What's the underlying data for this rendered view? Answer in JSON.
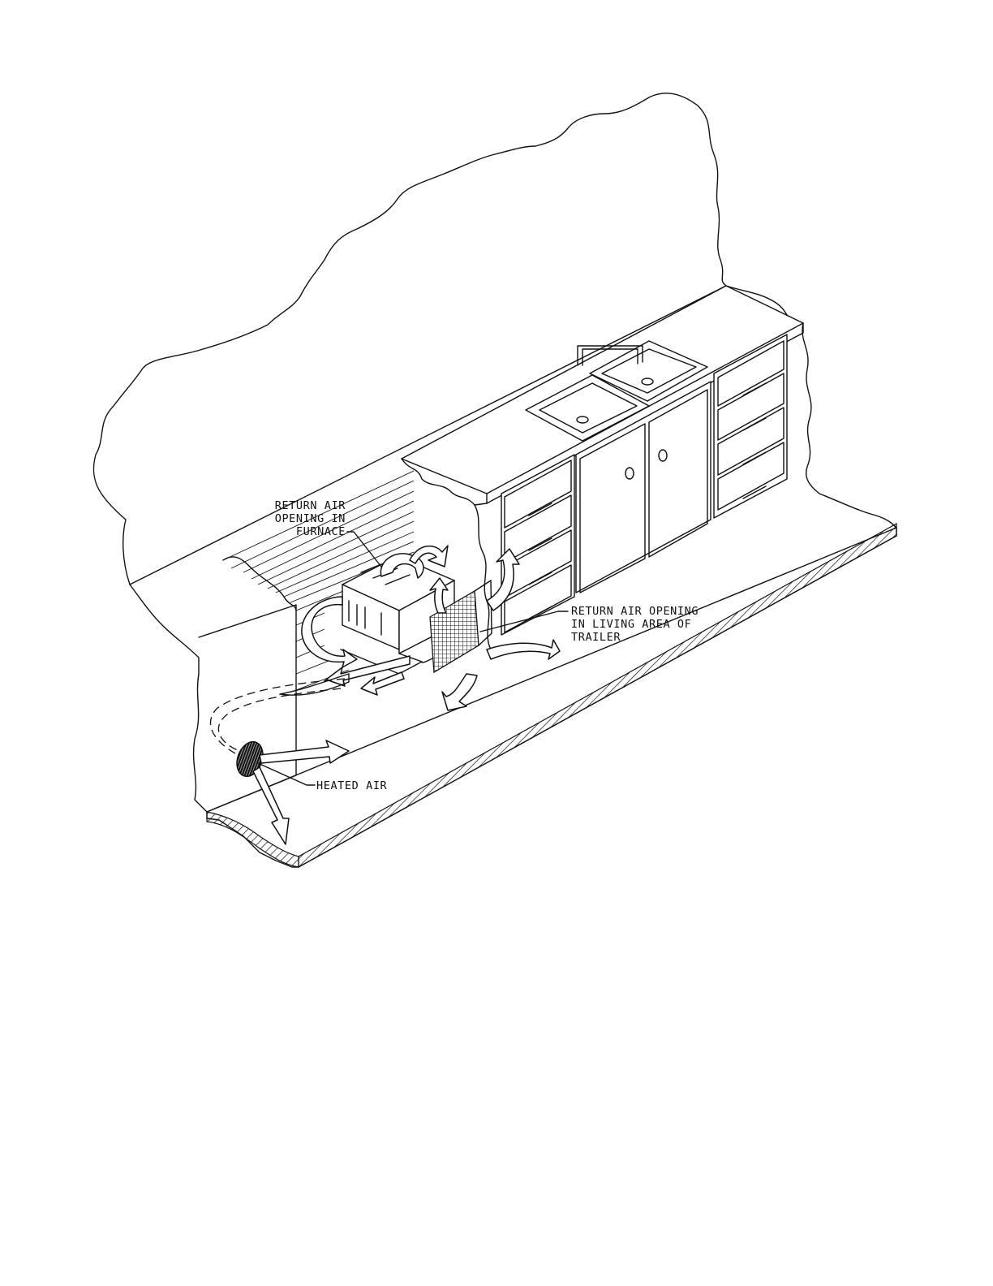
{
  "labels": {
    "return_air_furnace": [
      "RETURN AIR",
      "OPENING IN",
      "FURNACE"
    ],
    "return_air_living": [
      "RETURN AIR OPENING",
      "IN LIVING AREA OF",
      "TRAILER"
    ],
    "heated_air": "HEATED AIR"
  },
  "colors": {
    "ink": "#111111",
    "paper": "#ffffff"
  }
}
